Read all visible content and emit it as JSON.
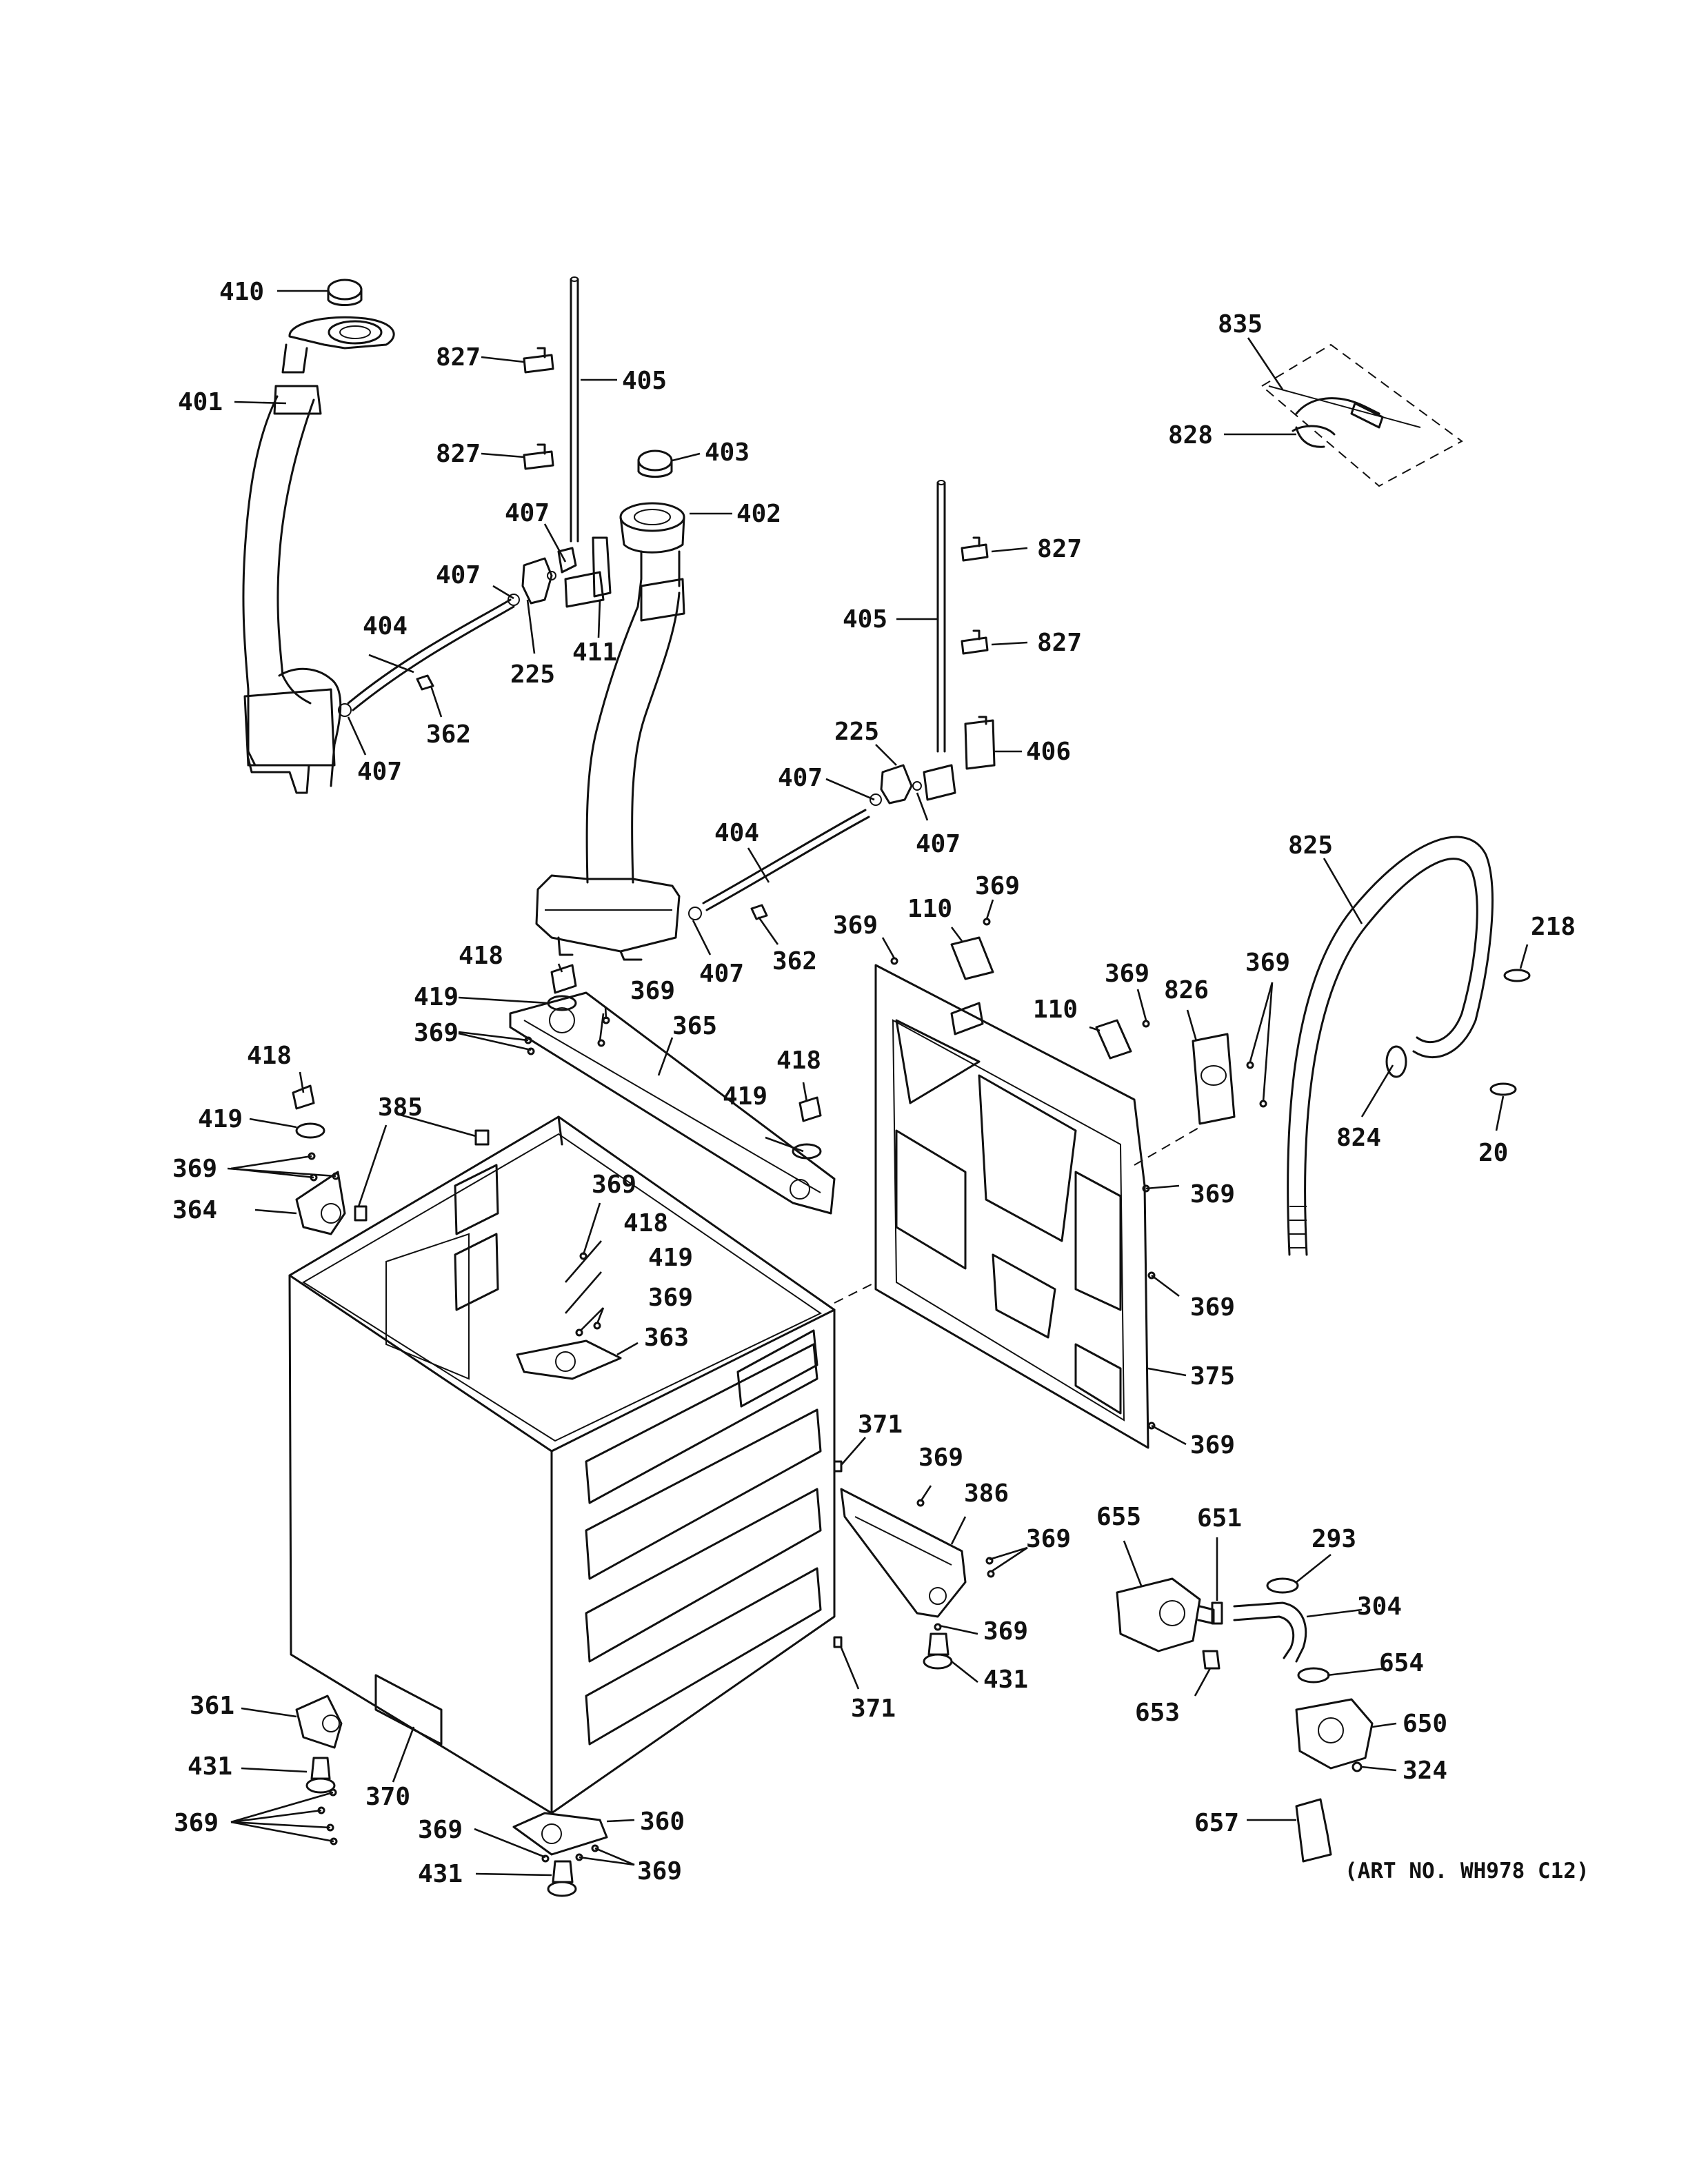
{
  "diagram": {
    "art_number": "(ART NO. WH978 C12)",
    "callouts": [
      {
        "id": "c410a",
        "text": "410"
      },
      {
        "id": "c401a",
        "text": "401"
      },
      {
        "id": "c827a",
        "text": "827"
      },
      {
        "id": "c405a",
        "text": "405"
      },
      {
        "id": "c827b",
        "text": "827"
      },
      {
        "id": "c403a",
        "text": "403"
      },
      {
        "id": "c402a",
        "text": "402"
      },
      {
        "id": "c407a",
        "text": "407"
      },
      {
        "id": "c407b",
        "text": "407"
      },
      {
        "id": "c404a",
        "text": "404"
      },
      {
        "id": "c225a",
        "text": "225"
      },
      {
        "id": "c411a",
        "text": "411"
      },
      {
        "id": "c362a",
        "text": "362"
      },
      {
        "id": "c407c",
        "text": "407"
      },
      {
        "id": "c835a",
        "text": "835"
      },
      {
        "id": "c828a",
        "text": "828"
      },
      {
        "id": "c827c",
        "text": "827"
      },
      {
        "id": "c405b",
        "text": "405"
      },
      {
        "id": "c827d",
        "text": "827"
      },
      {
        "id": "c225b",
        "text": "225"
      },
      {
        "id": "c406a",
        "text": "406"
      },
      {
        "id": "c407d",
        "text": "407"
      },
      {
        "id": "c407e",
        "text": "407"
      },
      {
        "id": "c404b",
        "text": "404"
      },
      {
        "id": "c825a",
        "text": "825"
      },
      {
        "id": "c407f",
        "text": "407"
      },
      {
        "id": "c362b",
        "text": "362"
      },
      {
        "id": "c369a",
        "text": "369"
      },
      {
        "id": "c110a",
        "text": "110"
      },
      {
        "id": "c369b",
        "text": "369"
      },
      {
        "id": "c218a",
        "text": "218"
      },
      {
        "id": "c418a",
        "text": "418"
      },
      {
        "id": "c419a",
        "text": "419"
      },
      {
        "id": "c369c",
        "text": "369"
      },
      {
        "id": "c369d",
        "text": "369"
      },
      {
        "id": "c365a",
        "text": "365"
      },
      {
        "id": "c110b",
        "text": "110"
      },
      {
        "id": "c369e",
        "text": "369"
      },
      {
        "id": "c826a",
        "text": "826"
      },
      {
        "id": "c369f",
        "text": "369"
      },
      {
        "id": "c418b",
        "text": "418"
      },
      {
        "id": "c418c",
        "text": "418"
      },
      {
        "id": "c385a",
        "text": "385"
      },
      {
        "id": "c419b",
        "text": "419"
      },
      {
        "id": "c419c",
        "text": "419"
      },
      {
        "id": "c824a",
        "text": "824"
      },
      {
        "id": "c20a",
        "text": "20"
      },
      {
        "id": "c369g",
        "text": "369"
      },
      {
        "id": "c364a",
        "text": "364"
      },
      {
        "id": "c369h",
        "text": "369"
      },
      {
        "id": "c369i",
        "text": "369"
      },
      {
        "id": "c418d",
        "text": "418"
      },
      {
        "id": "c419d",
        "text": "419"
      },
      {
        "id": "c369j",
        "text": "369"
      },
      {
        "id": "c363a",
        "text": "363"
      },
      {
        "id": "c369k",
        "text": "369"
      },
      {
        "id": "c375a",
        "text": "375"
      },
      {
        "id": "c369l",
        "text": "369"
      },
      {
        "id": "c371a",
        "text": "371"
      },
      {
        "id": "c369m",
        "text": "369"
      },
      {
        "id": "c386a",
        "text": "386"
      },
      {
        "id": "c655a",
        "text": "655"
      },
      {
        "id": "c651a",
        "text": "651"
      },
      {
        "id": "c293a",
        "text": "293"
      },
      {
        "id": "c369n",
        "text": "369"
      },
      {
        "id": "c304a",
        "text": "304"
      },
      {
        "id": "c369o",
        "text": "369"
      },
      {
        "id": "c431a",
        "text": "431"
      },
      {
        "id": "c654a",
        "text": "654"
      },
      {
        "id": "c653a",
        "text": "653"
      },
      {
        "id": "c371b",
        "text": "371"
      },
      {
        "id": "c361a",
        "text": "361"
      },
      {
        "id": "c650a",
        "text": "650"
      },
      {
        "id": "c324a",
        "text": "324"
      },
      {
        "id": "c431b",
        "text": "431"
      },
      {
        "id": "c370a",
        "text": "370"
      },
      {
        "id": "c369p",
        "text": "369"
      },
      {
        "id": "c657a",
        "text": "657"
      },
      {
        "id": "c360a",
        "text": "360"
      },
      {
        "id": "c369q",
        "text": "369"
      },
      {
        "id": "c369r",
        "text": "369"
      },
      {
        "id": "c431c",
        "text": "431"
      }
    ]
  }
}
